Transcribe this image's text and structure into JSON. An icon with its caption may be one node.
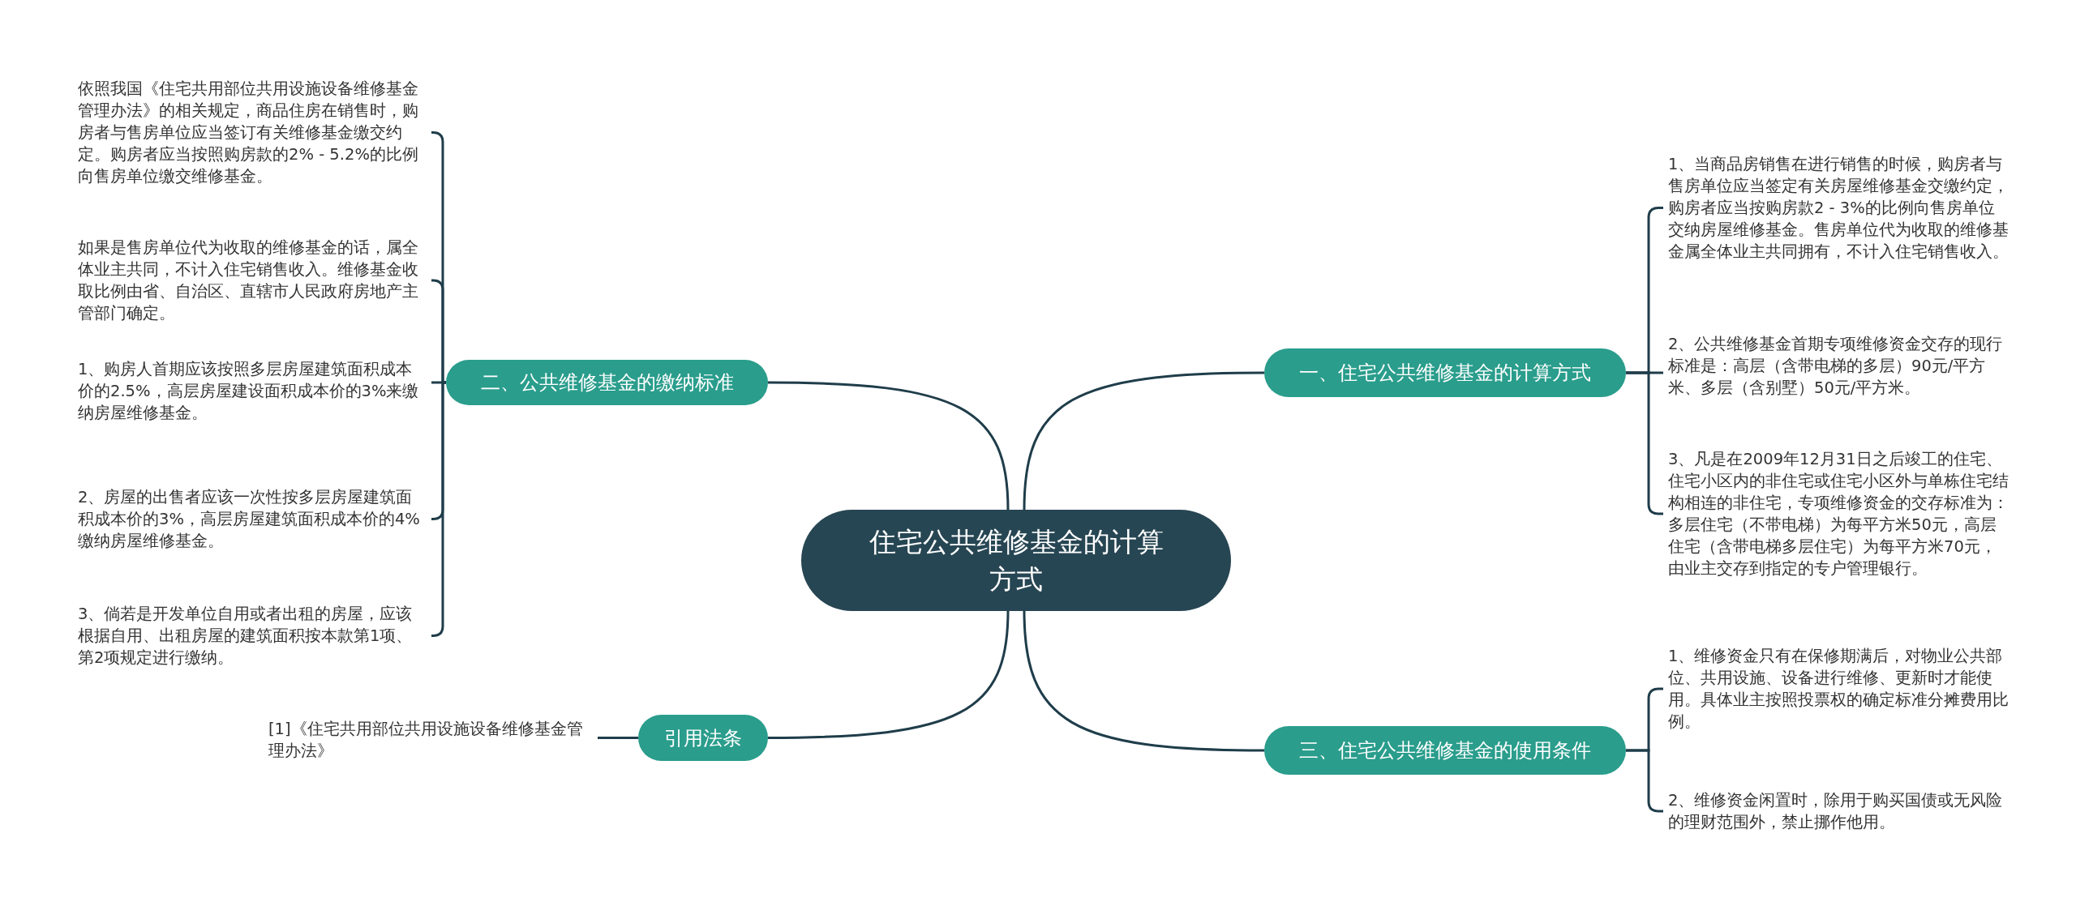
{
  "diagram": {
    "nodes": [
      {
        "text": [
          "住宅公共维修基金的计算方式"
        ]
      },
      {
        "text": [
          "二、公共维修基金的缴纳标准"
        ]
      },
      {
        "text": [
          "依照我国《住宅共用部位共用设施设备维修基金管理办法》的相关规定，商品住房在销售时，购房者与售房单位应当签订有关维修基金缴交约定。购房者应当按照购房款的2% - 5.2%的比例向售房单位缴交维修基金。"
        ]
      },
      {
        "text": [
          "如果是售房单位代为收取的维修基金的话，属全体业主共同，不计入住宅销售收入。维修基金收取比例由省、自治区、直辖市人民政府房地产主管部门确定。"
        ]
      },
      {
        "text": [
          "1、购房人首期应该按照多层房屋建筑面积成本价的2.5%，高层房屋建设面积成本价的3%来缴纳房屋维修基金。"
        ]
      },
      {
        "text": [
          "2、房屋的出售者应该一次性按多层房屋建筑面积成本价的3%，高层房屋建筑面积成本价的4%缴纳房屋维修基金。"
        ]
      },
      {
        "text": [
          "3、倘若是开发单位自用或者出租的房屋，应该根据自用、出租房屋的建筑面积按本款第1项、第2项规定进行缴纳。"
        ]
      },
      {
        "text": [
          "引用法条"
        ]
      },
      {
        "text": [
          "[1]《住宅共用部位共用设施设备维修基金管理办法》"
        ]
      },
      {
        "text": [
          "一、住宅公共维修基金的计算方式"
        ]
      },
      {
        "text": [
          "1、当商品房销售在进行销售的时候，购房者与售房单位应当签定有关房屋维修基金交缴约定，购房者应当按购房款2 - 3%的比例向售房单位交纳房屋维修基金。售房单位代为收取的维修基金属全体业主共同拥有，不计入住宅销售收入。"
        ]
      },
      {
        "text": [
          "2、公共维修基金首期专项维修资金交存的现行标准是：高层（含带电梯的多层）90元/平方米、多层（含别墅）50元/平方米。"
        ]
      },
      {
        "text": [
          "3、凡是在2009年12月31日之后竣工的住宅、住宅小区内的非住宅或住宅小区外与单栋住宅结构相连的非住宅，专项维修资金的交存标准为：多层住宅（不带电梯）为每平方米50元，高层住宅（含带电梯多层住宅）为每平方米70元，由业主交存到指定的专户管理银行。"
        ]
      },
      {
        "text": [
          "三、住宅公共维修基金的使用条件"
        ]
      },
      {
        "text": [
          "1、维修资金只有在保修期满后，对物业公共部位、共用设施、设备进行维修、更新时才能使用。具体业主按照投票权的确定标准分摊费用比例。"
        ]
      },
      {
        "text": [
          "2、维修资金闲置时，除用于购买国债或无风险的理财范围外，禁止挪作他用。"
        ]
      }
    ],
    "edges": [
      {
        "from": 0,
        "to": 1,
        "arrow": "none"
      },
      {
        "from": 1,
        "to": 2,
        "arrow": "none"
      },
      {
        "from": 1,
        "to": 3,
        "arrow": "none"
      },
      {
        "from": 1,
        "to": 4,
        "arrow": "none"
      },
      {
        "from": 1,
        "to": 5,
        "arrow": "none"
      },
      {
        "from": 1,
        "to": 6,
        "arrow": "none"
      },
      {
        "from": 0,
        "to": 7,
        "arrow": "none"
      },
      {
        "from": 7,
        "to": 8,
        "arrow": "none"
      },
      {
        "from": 0,
        "to": 9,
        "arrow": "none"
      },
      {
        "from": 9,
        "to": 10,
        "arrow": "none"
      },
      {
        "from": 9,
        "to": 11,
        "arrow": "none"
      },
      {
        "from": 9,
        "to": 12,
        "arrow": "none"
      },
      {
        "from": 0,
        "to": 13,
        "arrow": "none"
      },
      {
        "from": 13,
        "to": 14,
        "arrow": "none"
      },
      {
        "from": 13,
        "to": 15,
        "arrow": "none"
      }
    ]
  }
}
